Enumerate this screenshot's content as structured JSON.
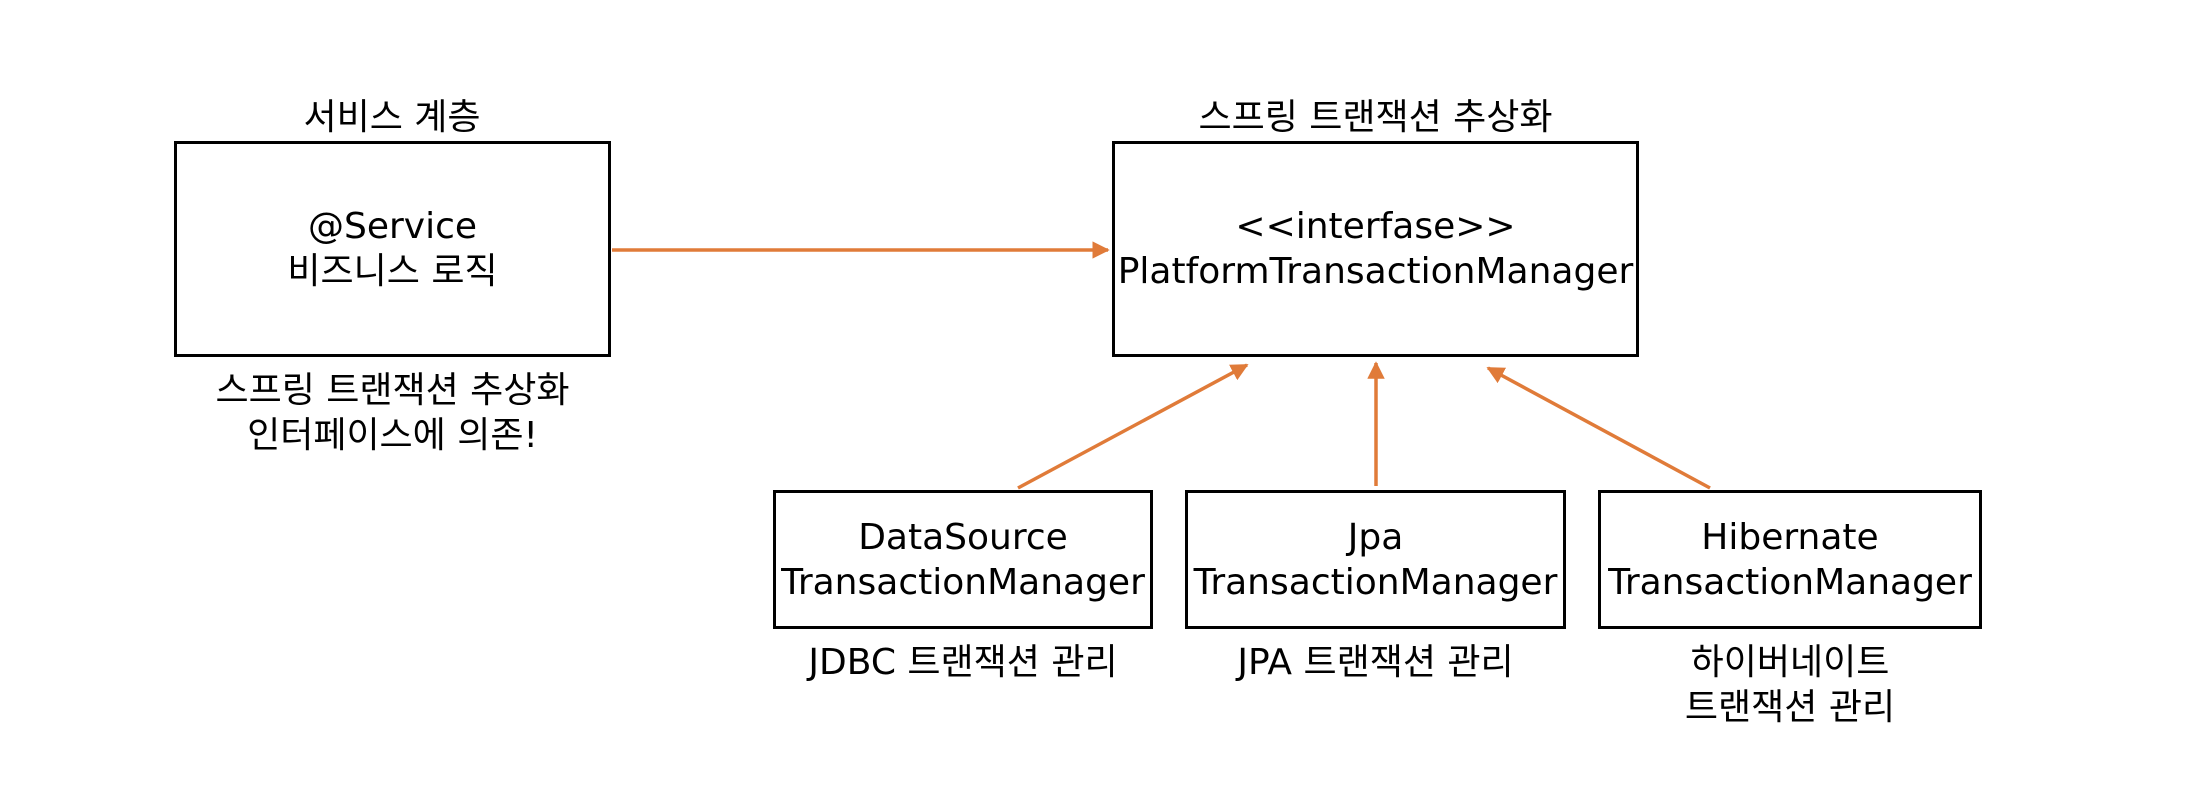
{
  "service_layer": {
    "title": "서비스 계층",
    "box_line1": "@Service",
    "box_line2": "비즈니스 로직",
    "caption_line1": "스프링 트랜잭션 추상화",
    "caption_line2": "인터페이스에 의존!"
  },
  "abstraction": {
    "title": "스프링 트랜잭션 추상화",
    "box_line1": "<<interfase>>",
    "box_line2": "PlatformTransactionManager"
  },
  "implementations": [
    {
      "box_line1": "DataSource",
      "box_line2": "TransactionManager",
      "caption_line1": "JDBC 트랜잭션 관리",
      "caption_line2": ""
    },
    {
      "box_line1": "Jpa",
      "box_line2": "TransactionManager",
      "caption_line1": "JPA 트랜잭션 관리",
      "caption_line2": ""
    },
    {
      "box_line1": "Hibernate",
      "box_line2": "TransactionManager",
      "caption_line1": "하이버네이트",
      "caption_line2": "트랜잭션 관리"
    }
  ],
  "colors": {
    "arrow": "#E07B39",
    "box_border": "#000000"
  }
}
